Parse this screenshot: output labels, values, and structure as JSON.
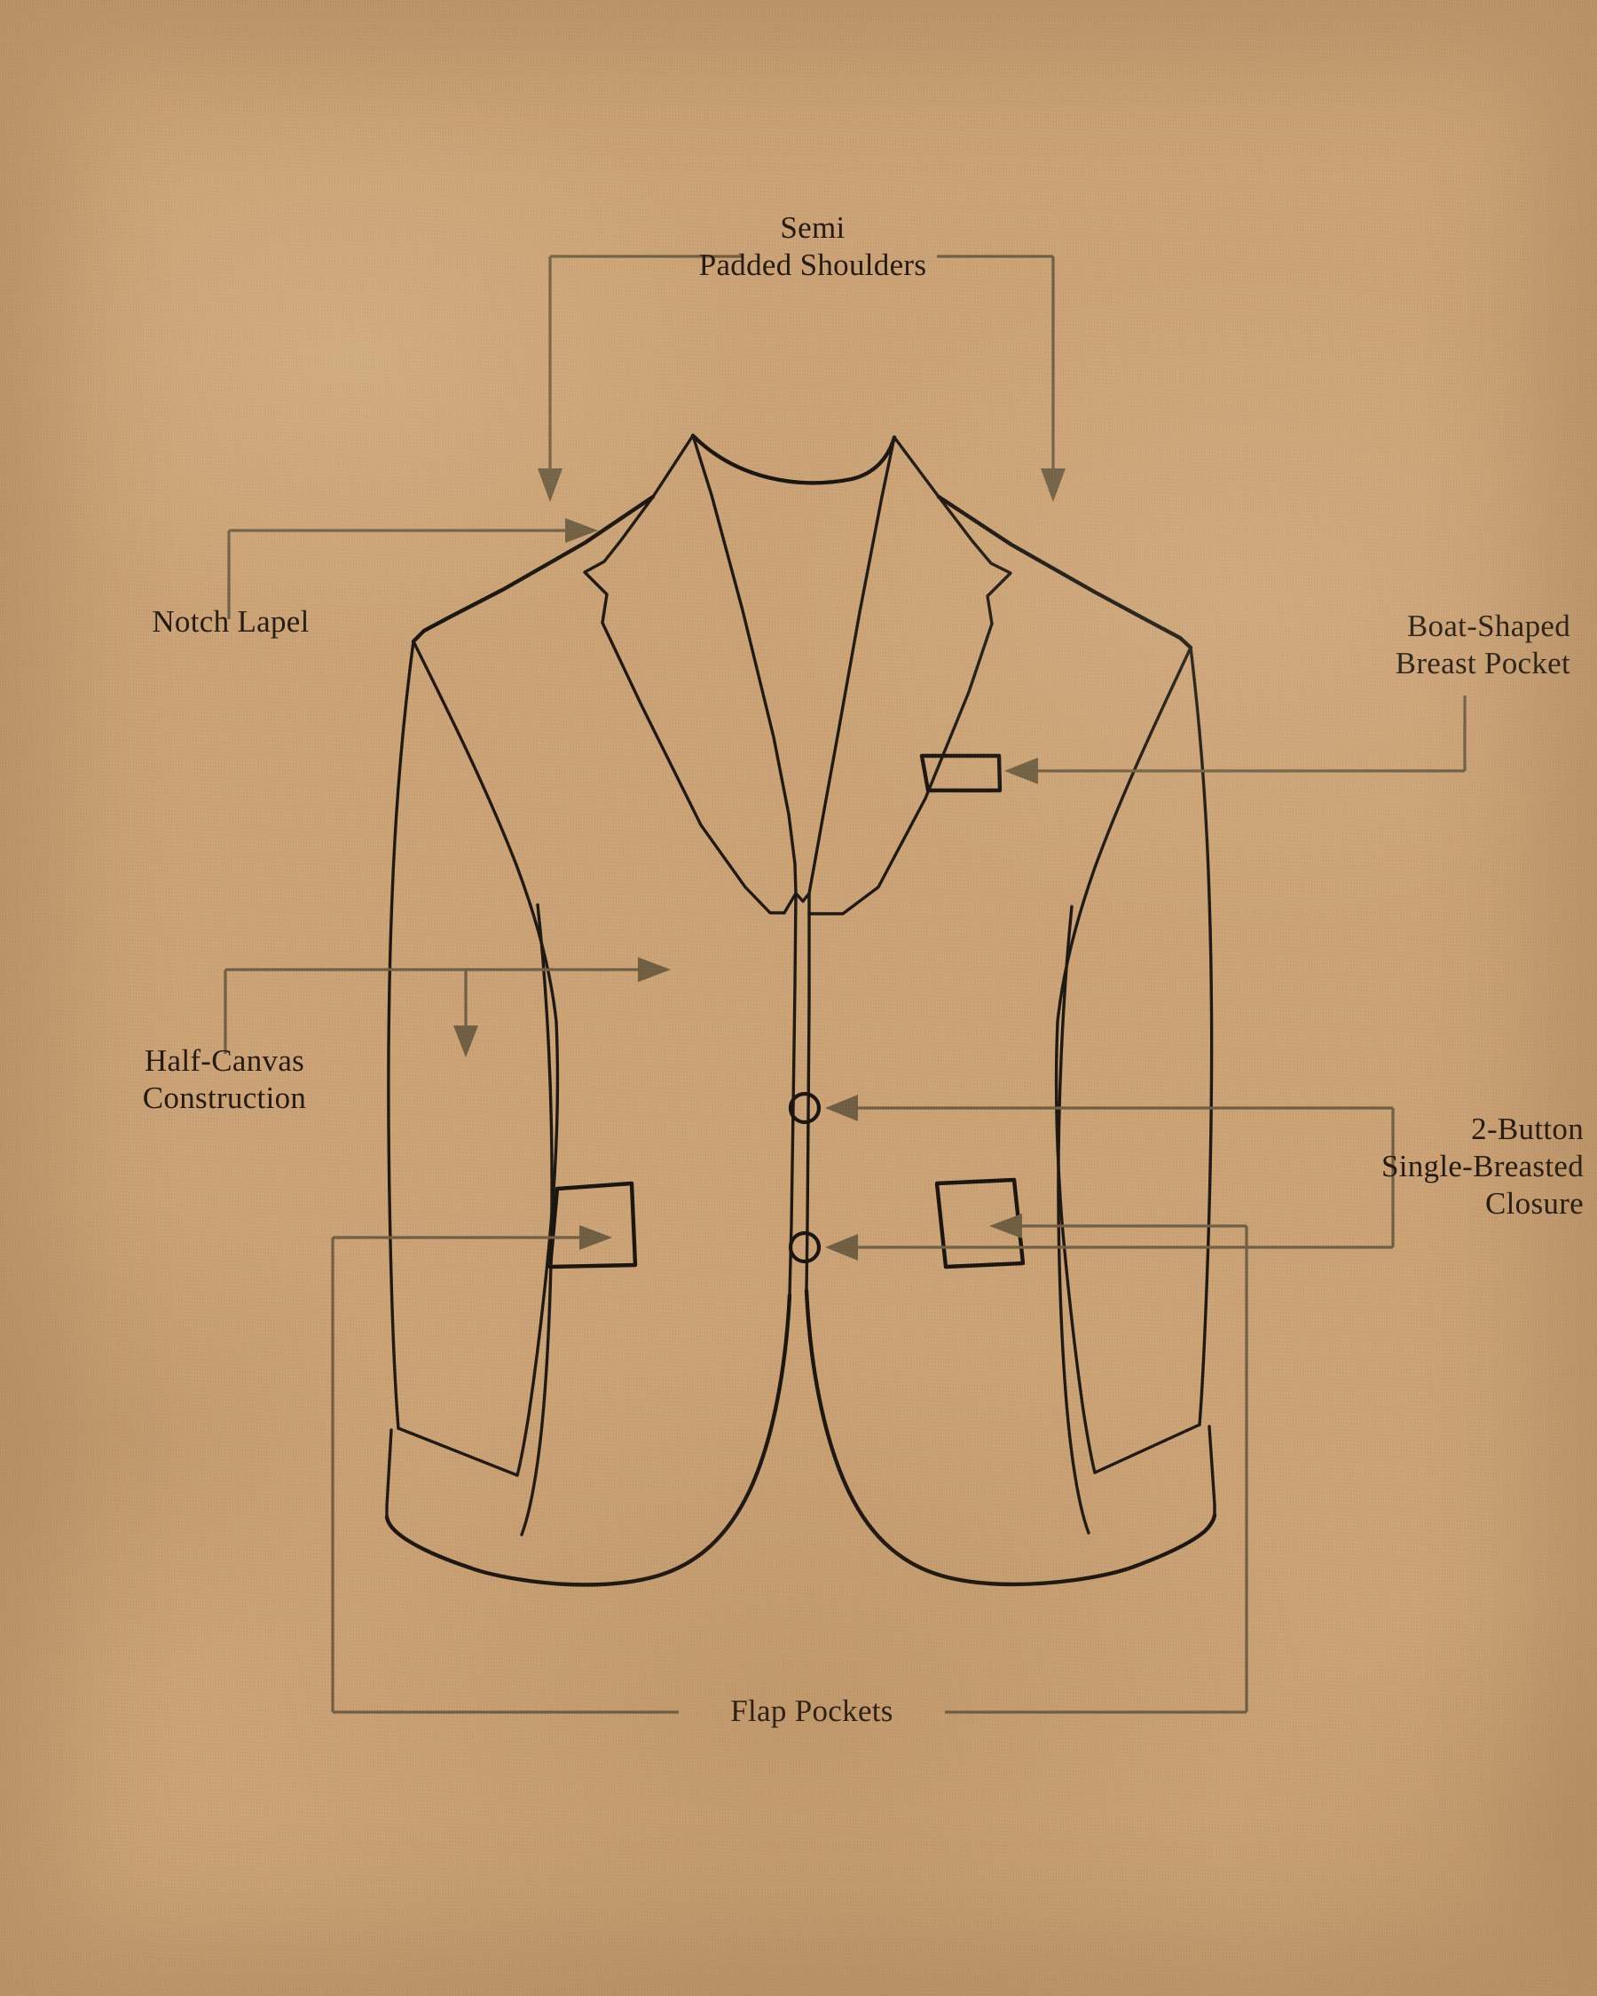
{
  "diagram": {
    "subject": "Suit Jacket",
    "background_color": "#caa173",
    "line_color": "#16110c",
    "leader_color": "#6b5a3e",
    "text_color": "#1d1209"
  },
  "annotations": [
    {
      "id": "semi-padded-shoulders",
      "label": "Semi\nPadded Shoulders",
      "part": "shoulders",
      "leader_style": "bracket-down-both"
    },
    {
      "id": "notch-lapel",
      "label": "Notch Lapel",
      "part": "lapel",
      "leader_style": "elbow-right-arrow"
    },
    {
      "id": "boat-shaped-breast-pocket",
      "label": "Boat-Shaped\nBreast Pocket",
      "part": "breast-pocket",
      "leader_style": "elbow-left-arrow"
    },
    {
      "id": "half-canvas-construction",
      "label": "Half-Canvas\nConstruction",
      "part": "canvas",
      "leader_style": "elbow-right-arrow-branched"
    },
    {
      "id": "two-button-single-breasted-closure",
      "label": "2-Button\nSingle-Breasted\nClosure",
      "part": "front-buttons",
      "leader_style": "bracket-left-two-arrows"
    },
    {
      "id": "flap-pockets",
      "label": "Flap Pockets",
      "part": "flap-pockets",
      "leader_style": "bracket-up-both"
    }
  ],
  "jacket_features": {
    "buttons": 2,
    "lapel_type": "notch",
    "breast_pocket": "boat-shaped welt",
    "hip_pockets": "flap",
    "closure": "single-breasted",
    "construction": "half-canvas",
    "shoulders": "semi-padded"
  }
}
